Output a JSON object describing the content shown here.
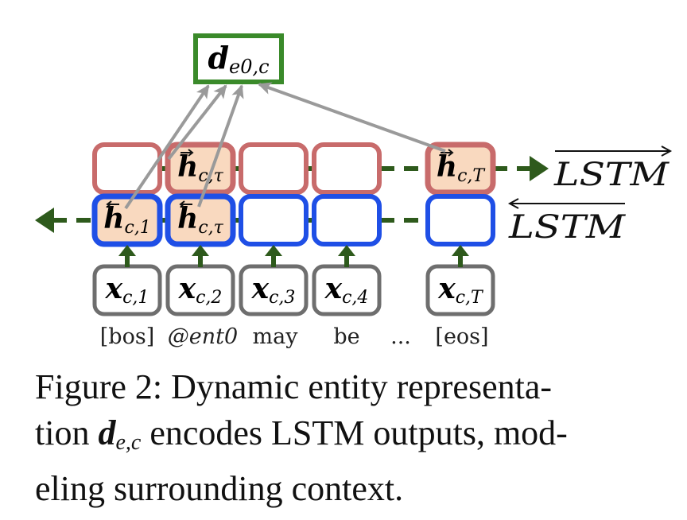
{
  "diagram": {
    "top_node": {
      "base": "d",
      "sub": "e0,c"
    },
    "forward_label": "LSTM",
    "backward_label": "LSTM",
    "forward_states": [
      {
        "sym": "",
        "sub": ""
      },
      {
        "sym": "h",
        "sub": "c,τ"
      },
      {
        "sym": "",
        "sub": ""
      },
      {
        "sym": "",
        "sub": ""
      },
      {
        "sym": "h",
        "sub": "c,T"
      }
    ],
    "backward_states": [
      {
        "sym": "h",
        "sub": "c,1"
      },
      {
        "sym": "h",
        "sub": "c,τ"
      },
      {
        "sym": "",
        "sub": ""
      },
      {
        "sym": "",
        "sub": ""
      },
      {
        "sym": "",
        "sub": ""
      }
    ],
    "inputs": [
      {
        "sym": "x",
        "sub": "c,1"
      },
      {
        "sym": "x",
        "sub": "c,2"
      },
      {
        "sym": "x",
        "sub": "c,3"
      },
      {
        "sym": "x",
        "sub": "c,4"
      },
      {
        "sym": "x",
        "sub": "c,T"
      }
    ],
    "tokens": [
      "[bos]",
      "@ent0",
      "may",
      "be",
      "...",
      "[eos]"
    ],
    "colors": {
      "forward": "#c86b6b",
      "backward": "#1f4fe6",
      "highlight_fill": "#f9d9bf",
      "input": "#6e6e6e",
      "output": "#3a8a2a",
      "arrow_green": "#2e5a1c",
      "arrow_gray": "#9a9a9a"
    }
  },
  "caption": {
    "line1": "Figure 2:  Dynamic entity representa-",
    "line2_pre": "tion ",
    "line2_math": "d",
    "line2_sub": "e,c",
    "line2_post": " encodes LSTM outputs, mod-",
    "line3": "eling surrounding context."
  }
}
